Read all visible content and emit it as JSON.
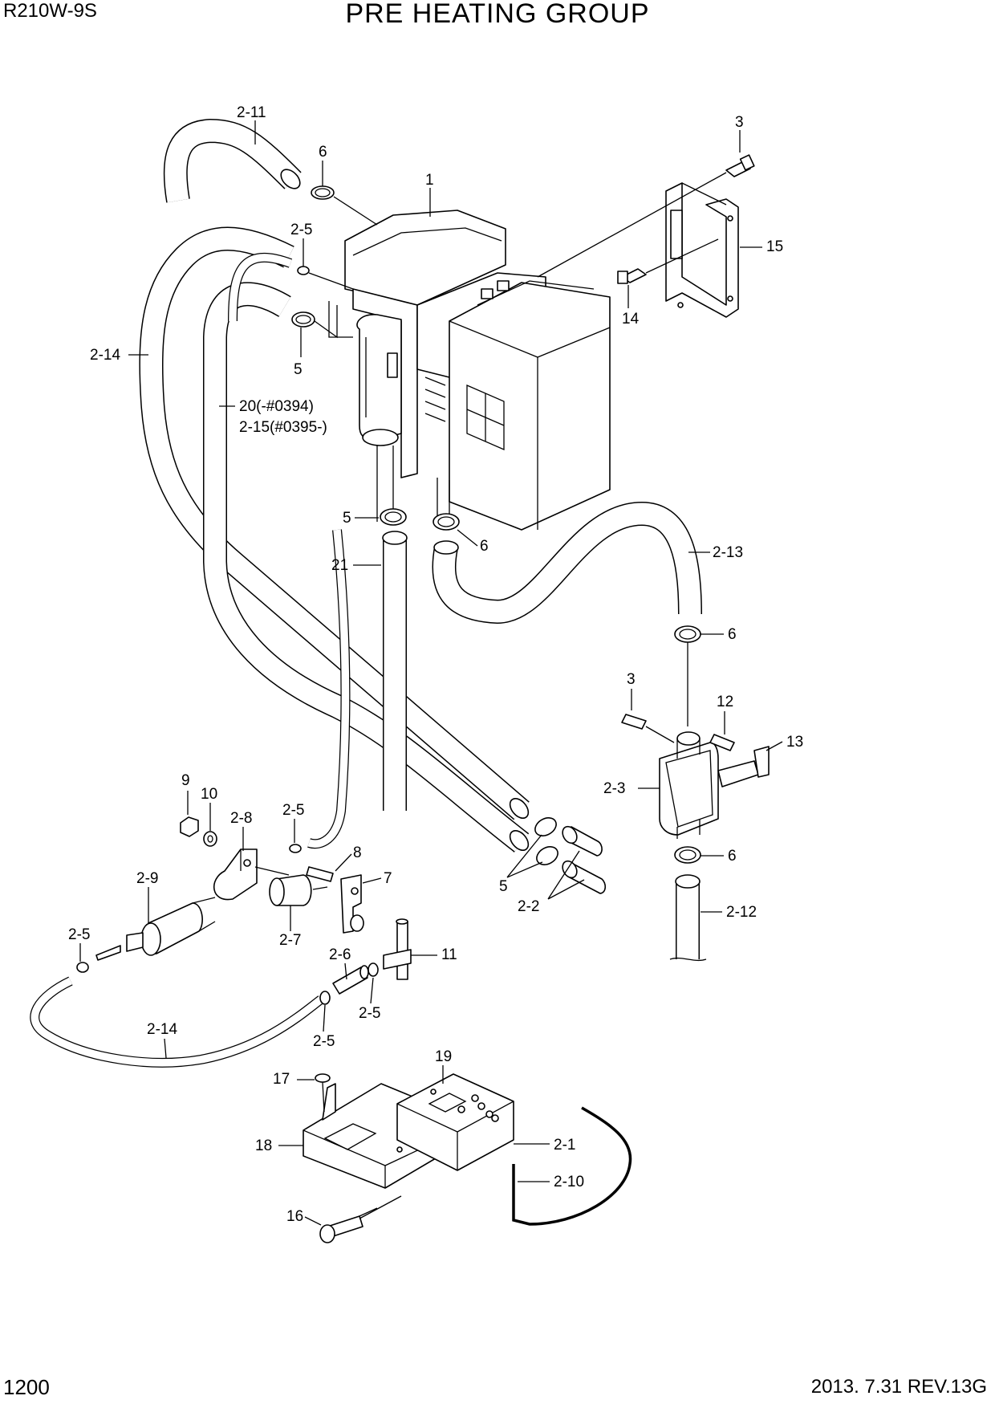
{
  "header": {
    "model": "R210W-9S",
    "title": "PRE HEATING GROUP"
  },
  "footer": {
    "page_number": "1200",
    "revision": "2013. 7.31  REV.13G"
  },
  "callouts": {
    "c_2_11": "2-11",
    "c_6_top": "6",
    "c_1": "1",
    "c_3_top": "3",
    "c_15": "15",
    "c_2_5_top": "2-5",
    "c_14": "14",
    "c_5_upper": "5",
    "c_2_14_left": "2-14",
    "c_20": "20(-#0394)",
    "c_2_15": "2-15(#0395-)",
    "c_5_mid": "5",
    "c_6_mid": "6",
    "c_21": "21",
    "c_2_13": "2-13",
    "c_6_right": "6",
    "c_3_right": "3",
    "c_12": "12",
    "c_13": "13",
    "c_2_3": "2-3",
    "c_6_lower": "6",
    "c_2_12": "2-12",
    "c_9": "9",
    "c_10": "10",
    "c_2_8": "2-8",
    "c_2_5_mid": "2-5",
    "c_8": "8",
    "c_7": "7",
    "c_5_lower": "5",
    "c_2_2": "2-2",
    "c_2_9": "2-9",
    "c_2_5_left": "2-5",
    "c_2_7": "2-7",
    "c_2_6": "2-6",
    "c_11": "11",
    "c_2_5_a": "2-5",
    "c_2_5_b": "2-5",
    "c_2_14_bottom": "2-14",
    "c_19": "19",
    "c_17": "17",
    "c_18": "18",
    "c_2_1": "2-1",
    "c_2_10": "2-10",
    "c_16": "16"
  }
}
